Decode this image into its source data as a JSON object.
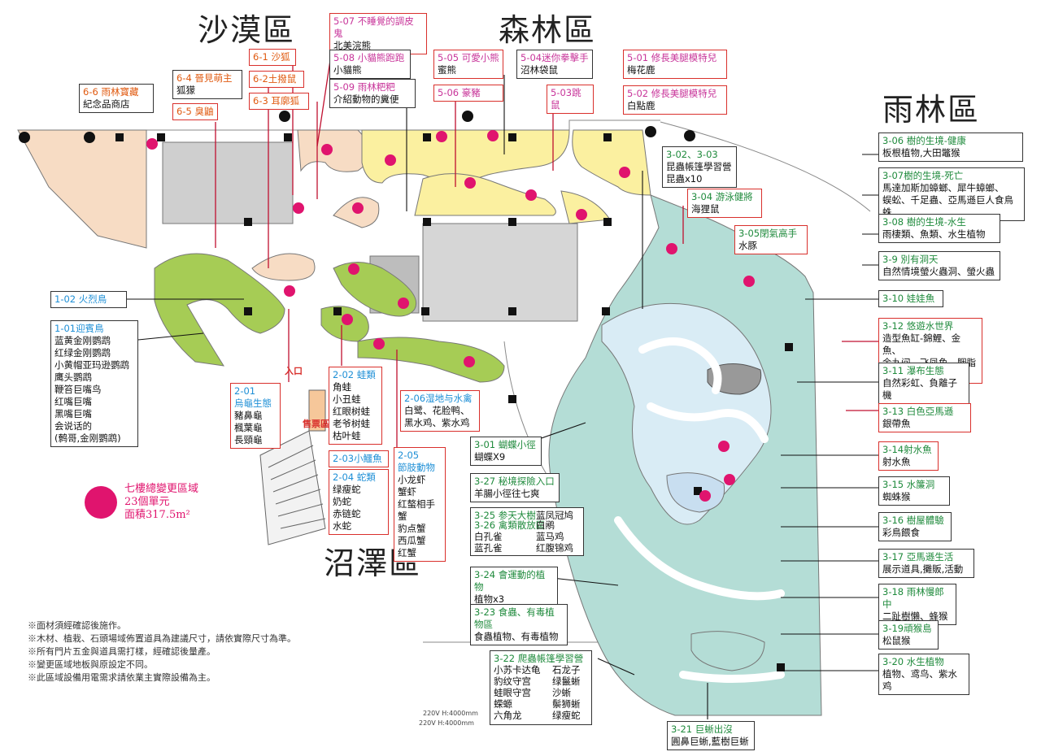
{
  "zones": {
    "desert": "沙漠區",
    "forest": "森林區",
    "rainforest": "雨林區",
    "swamp": "沼澤區"
  },
  "colors": {
    "desert_fill": "#f7dcc4",
    "forest_fill": "#fbf0a0",
    "swamp_fill": "#a6cc55",
    "rainforest_fill": "#b4ddd6",
    "water_fill": "#d9ecf5",
    "marker": "#e0146e",
    "label_border": "#d9302c"
  },
  "labels": {
    "l_6_6": {
      "code": "6-6 雨林寶藏",
      "name": "紀念品商店"
    },
    "l_6_4": {
      "code": "6-4 晉見萌主",
      "name": "狐獴"
    },
    "l_6_5": {
      "code": "6-5 臭鼬",
      "name": ""
    },
    "l_6_1": {
      "code": "6-1 沙狐",
      "name": ""
    },
    "l_6_2": {
      "code": "6-2土撥鼠",
      "name": ""
    },
    "l_6_3": {
      "code": "6-3 耳廓狐",
      "name": ""
    },
    "l_5_07": {
      "code": "5-07 不睡覺的調皮鬼",
      "name": "北美浣熊"
    },
    "l_5_08": {
      "code": "5-08 小貓熊跑跑",
      "name": "小貓熊"
    },
    "l_5_09": {
      "code": "5-09 雨林粑粑",
      "name": "介紹動物的糞便"
    },
    "l_5_05": {
      "code": "5-05 可愛小熊",
      "name": "蜜熊"
    },
    "l_5_06": {
      "code": "5-06 豪豬",
      "name": ""
    },
    "l_5_04": {
      "code": "5-04迷你拳擊手",
      "name": "沼林袋鼠"
    },
    "l_5_03": {
      "code": "5-03跳鼠",
      "name": ""
    },
    "l_5_01": {
      "code": "5-01 修長美腿模特兒",
      "name": "梅花鹿"
    },
    "l_5_02": {
      "code": "5-02 修長美腿模特兒",
      "name": "白點鹿"
    },
    "l_3_02": {
      "code": "3-02、3-03",
      "name": "昆蟲帳篷學習營",
      "name2": "昆蟲x10"
    },
    "l_3_04": {
      "code": "3-04 游泳健將",
      "name": "海狸鼠"
    },
    "l_3_05": {
      "code": "3-05閉氣高手",
      "name": "水豚"
    },
    "l_1_02": {
      "code": "1-02 火烈鳥",
      "name": ""
    },
    "l_1_01": {
      "code": "1-01迎賓鳥",
      "items": [
        "蓝黄金刚鹦鹉",
        "红绿金刚鹦鹉",
        "小黄帽亚玛逊鹦鹉",
        "鹰头鹦鹉",
        "鞭笞巨嘴鸟",
        "红嘴巨嘴",
        "黑嘴巨嘴",
        "会说话的",
        "(鹩哥,金刚鹦鹉)"
      ]
    },
    "l_2_01": {
      "code": "2-01",
      "name": "烏龜生態",
      "items": [
        "豬鼻龜",
        "楓葉龜",
        "長頸龜"
      ]
    },
    "l_2_02": {
      "code": "2-02 蛙類",
      "items": [
        "角蛙",
        "小丑蛙",
        "红眼树蛙",
        "老爷树蛙",
        "枯叶蛙"
      ]
    },
    "l_2_03": {
      "code": "2-03小鱷魚",
      "name": ""
    },
    "l_2_04": {
      "code": "2-04 蛇類",
      "items": [
        "绿瘦蛇",
        "奶蛇",
        "赤链蛇",
        "水蛇"
      ]
    },
    "l_2_05": {
      "code": "2-05",
      "name": "節肢動物",
      "items": [
        "小龙虾",
        "蟹虾",
        "红螯相手蟹",
        "豹点蟹",
        "西瓜蟹",
        "红蟹"
      ]
    },
    "l_2_06": {
      "code": "2-06湿地与水禽",
      "name": "白鹭、花脸鸭、",
      "name2": "黑水鸡、紫水鸡"
    },
    "l_3_01": {
      "code": "3-01 蝴蝶小徑",
      "name": "蝴蝶X9"
    },
    "l_3_27": {
      "code": "3-27 秘境探險入口",
      "name": "羊腸小徑往七爽"
    },
    "l_3_25": {
      "code": "3-25 参天大樹",
      "code2": "3-26 禽類散放區",
      "items_left": [
        "白孔雀",
        "蓝孔雀"
      ],
      "items_right": [
        "蓝凤冠鸠",
        "白鹇",
        "蓝马鸡",
        "红腹锦鸡"
      ]
    },
    "l_3_24": {
      "code": "3-24 會運動的植物",
      "name": "植物x3"
    },
    "l_3_23": {
      "code": "3-23 食蟲、有毒植物區",
      "name": "食蟲植物、有毒植物"
    },
    "l_3_22": {
      "code": "3-22 爬蟲帳篷學習營",
      "items_left": [
        "小苏卡达龟",
        "豹纹守宫",
        "蛙眼守宫",
        "蝾螈",
        "六角龙"
      ],
      "items_right": [
        "石龙子",
        "绿鬣蜥",
        "沙蜥",
        "鬃狮蜥",
        "绿瘦蛇"
      ]
    },
    "l_3_21": {
      "code": "3-21 巨蜥出沒",
      "name": "圓鼻巨蜥,藍樹巨蜥"
    },
    "l_3_06": {
      "code": "3-06 樹的生境-健康",
      "name": "板根植物,大田鼈猴"
    },
    "l_3_07": {
      "code": "3-07樹的生境-死亡",
      "name": "馬達加斯加蟑螂、犀牛蟑螂、",
      "name2": "蜈蚣、千足蟲、亞馬遜巨人食鳥蛛"
    },
    "l_3_08": {
      "code": "3-08 樹的生境-水生",
      "name": "雨棲類、魚類、水生植物"
    },
    "l_3_9": {
      "code": "3-9 別有洞天",
      "name": "自然情境螢火蟲洞、螢火蟲"
    },
    "l_3_10": {
      "code": "3-10 娃娃魚",
      "name": ""
    },
    "l_3_12": {
      "code": "3-12 悠遊水世界",
      "name": "造型魚缸-錦鯉、金魚、",
      "name2": "金九间、飞凤鱼、胭脂鱼"
    },
    "l_3_11": {
      "code": "3-11 瀑布生態",
      "name": "自然彩虹、負離子機"
    },
    "l_3_13": {
      "code": "3-13 白色亞馬遜",
      "name": "銀帶魚"
    },
    "l_3_14": {
      "code": "3-14射水魚",
      "name": "射水魚"
    },
    "l_3_15": {
      "code": "3-15 水簾洞",
      "name": "蜘蛛猴"
    },
    "l_3_16": {
      "code": "3-16 樹屋體驗",
      "name": "彩鳥餵食"
    },
    "l_3_17": {
      "code": "3-17 亞馬遜生活",
      "name": "展示道具,攤販,活動"
    },
    "l_3_18": {
      "code": "3-18 雨林慢郎中",
      "name": "二趾樹懶、蜂猴"
    },
    "l_3_19": {
      "code": "3-19頑猴島",
      "name": "松鼠猴"
    },
    "l_3_20": {
      "code": "3-20 水生植物",
      "name": "植物、鸢鸟、紫水鸡"
    }
  },
  "legend": {
    "line1": "七樓總變更區域",
    "line2": "23個單元",
    "line3": "面積317.5m²"
  },
  "notes": [
    "※面材須經確認後施作。",
    "※木材、植栽、石頭場域佈置道具為建議尺寸，請依實際尺寸為準。",
    "※所有門片五金與道具需打樣，經確認後量產。",
    "※變更區域地板與原設定不同。",
    "※此區域設備用電需求請依業主實際設備為主。"
  ],
  "misc": {
    "ticket": "售票區",
    "entrance": "入口",
    "power1": "220V H:4000mm",
    "power2": "220V H:4000mm"
  }
}
